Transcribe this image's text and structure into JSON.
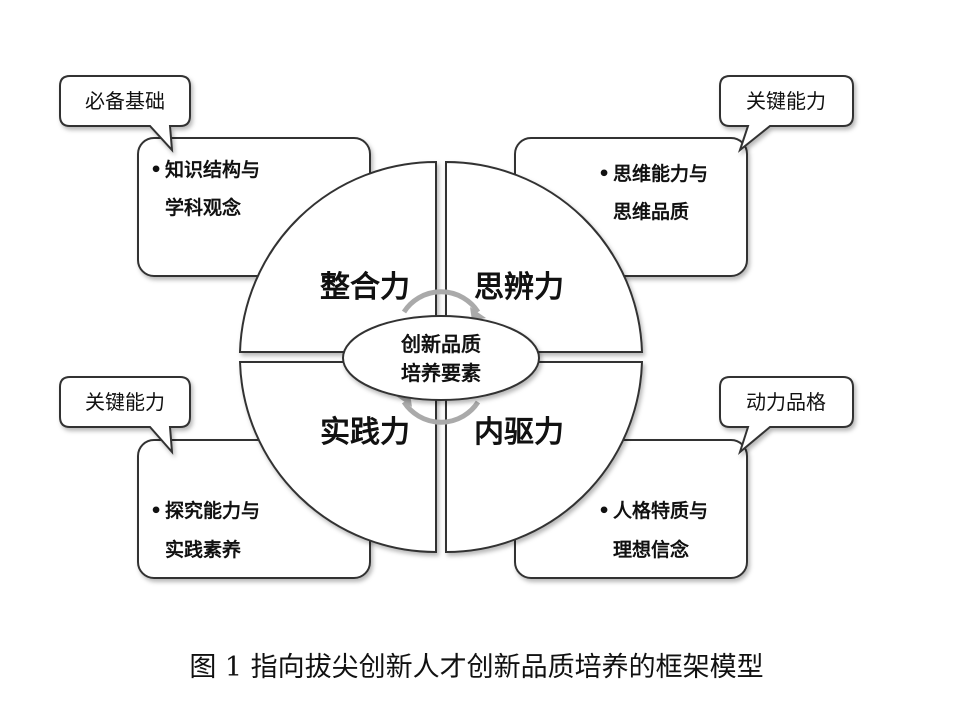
{
  "quadrants": {
    "top_left": "整合力",
    "top_right": "思辨力",
    "bottom_left": "实践力",
    "bottom_right": "内驱力"
  },
  "center": {
    "line1": "创新品质",
    "line2": "培养要素"
  },
  "callouts": {
    "top_left": {
      "label": "必备基础",
      "item_line1": "知识结构与",
      "item_line2": "学科观念"
    },
    "top_right": {
      "label": "关键能力",
      "item_line1": "思维能力与",
      "item_line2": "思维品质"
    },
    "bottom_left": {
      "label": "关键能力",
      "item_line1": "探究能力与",
      "item_line2": "实践素养"
    },
    "bottom_right": {
      "label": "动力品格",
      "item_line1": "人格特质与",
      "item_line2": "理想信念"
    }
  },
  "bullet": "•",
  "caption": "图 1  指向拔尖创新人才创新品质培养的框架模型",
  "colors": {
    "outline": "#333333",
    "text": "#111111",
    "arrow": "#aaaaaa"
  }
}
